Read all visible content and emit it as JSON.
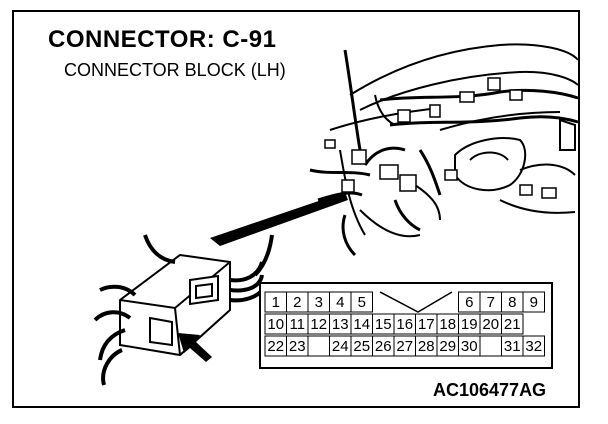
{
  "diagram": {
    "title": "CONNECTOR: C-91",
    "subtitle": "CONNECTOR BLOCK (LH)",
    "figure_code": "AC106477AG"
  },
  "pinout": {
    "rows": [
      [
        "1",
        "2",
        "3",
        "4",
        "5",
        "",
        "6",
        "7",
        "8",
        "9"
      ],
      [
        "10",
        "11",
        "12",
        "13",
        "14",
        "15",
        "16",
        "17",
        "18",
        "19",
        "20",
        "21"
      ],
      [
        "22",
        "23",
        "",
        "24",
        "25",
        "26",
        "27",
        "28",
        "29",
        "30",
        "",
        "31",
        "32"
      ]
    ]
  },
  "colors": {
    "line": "#000000",
    "background": "#ffffff"
  }
}
